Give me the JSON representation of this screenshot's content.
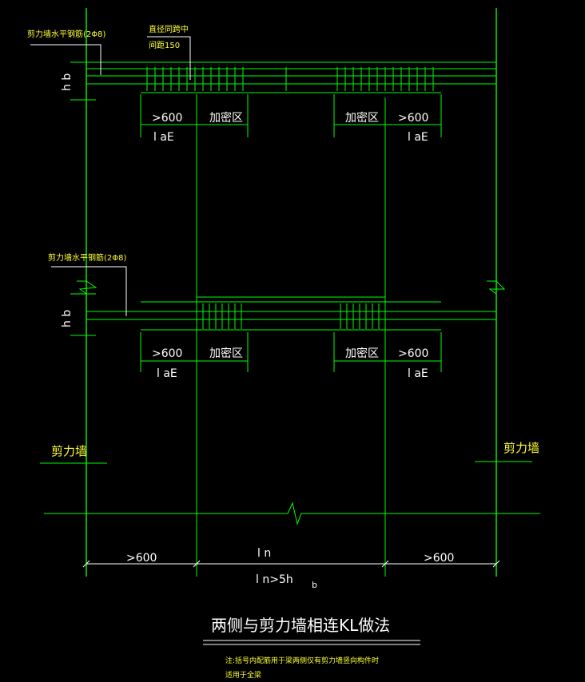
{
  "labels": {
    "gt600": ">600",
    "dense": "加密区",
    "lae": "l aE",
    "hb": "h b",
    "wall_rebar_top": "剪力墙水平钢筋(2Φ8)",
    "wall_rebar_mid": "剪力墙水平钢筋(2Φ8)",
    "spacing_l1": "直径同跨中",
    "spacing_l2": "间距150",
    "shear_wall_left": "剪力墙",
    "shear_wall_right": "剪力墙",
    "ln": "l n",
    "cond_main": "l n>5h",
    "cond_sub": "b"
  },
  "title": "两侧与剪力墙相连KL做法",
  "note": {
    "line1": "注:括号内配筋用于梁两侧仅有剪力墙竖向构件时",
    "line2": "适用于全梁"
  },
  "colors": {
    "background": "#000000",
    "lines": "#00ff00",
    "dims": "#ffffff",
    "annotations": "#ffff33"
  }
}
